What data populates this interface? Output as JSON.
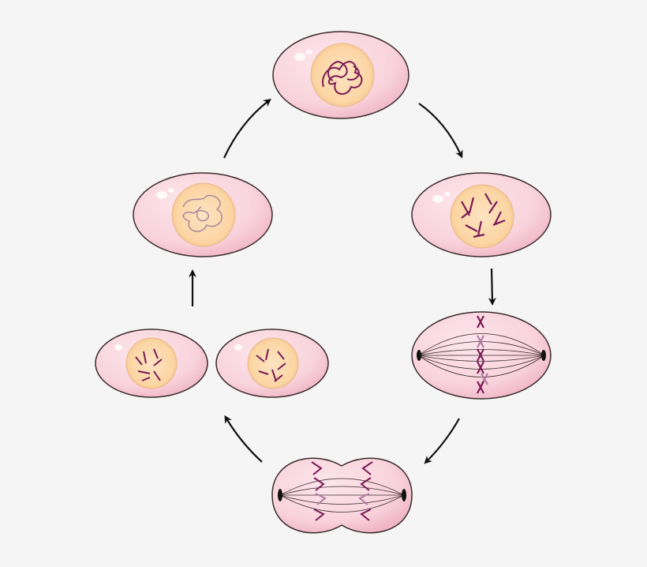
{
  "colors": {
    "background": "#f5f5f5",
    "cell_fill": "#f9d3dc",
    "cell_outline": "#3a2a2e",
    "nucleus_fill": "#fcd9a8",
    "chromosome": "#7a1a55",
    "chromosome_light": "#b07aa0",
    "arrow": "#111111"
  },
  "stages": [
    {
      "name": "prophase-early",
      "icon": "cell-condensed-chromatin"
    },
    {
      "name": "prophase",
      "icon": "cell-chromosomes"
    },
    {
      "name": "metaphase",
      "icon": "cell-spindle-aligned"
    },
    {
      "name": "anaphase",
      "icon": "cell-spindle-separating"
    },
    {
      "name": "telophase",
      "icon": "two-daughter-cells"
    },
    {
      "name": "interphase",
      "icon": "cell-diffuse-chromatin"
    }
  ]
}
